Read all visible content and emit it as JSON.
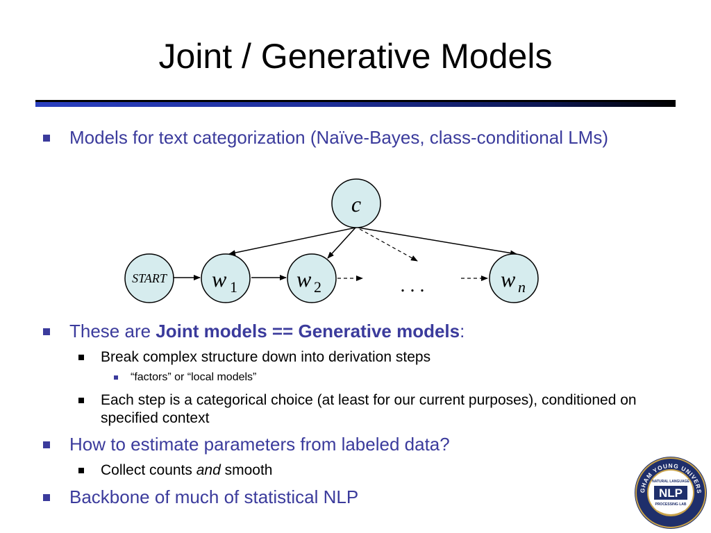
{
  "slide": {
    "title": "Joint / Generative Models",
    "bullets": {
      "b1": "Models for text categorization (Naïve-Bayes, class-conditional LMs)",
      "b2_pre": "These are ",
      "b2_bold": "Joint models == Generative models",
      "b2_post": ":",
      "b2a": "Break complex structure down into derivation steps",
      "b2a1": "“factors” or “local models”",
      "b2b": "Each step is a categorical choice (at least for our current purposes), conditioned on specified context",
      "b3": "How to estimate parameters from labeled data?",
      "b3a_pre": "Collect counts ",
      "b3a_em": "and",
      "b3a_post": " smooth",
      "b4": "Backbone of much of statistical NLP"
    }
  },
  "diagram": {
    "class_node": "c",
    "start_node": "START",
    "w1": "w",
    "w1_sub": "1",
    "w2": "w",
    "w2_sub": "2",
    "ellipsis": ". . .",
    "wn": "w",
    "wn_sub": "n"
  },
  "logo": {
    "arc_text": "BRIGHAM YOUNG UNIVERSITY",
    "top_text": "NATURAL LANGUAGE",
    "main_text": "NLP",
    "bottom_text": "PROCESSING LAB",
    "navy": "#1f2f6b",
    "gold": "#c8a24a"
  },
  "colors": {
    "bullet_blue": "#3b3b9c",
    "node_fill": "#d6ecee"
  }
}
